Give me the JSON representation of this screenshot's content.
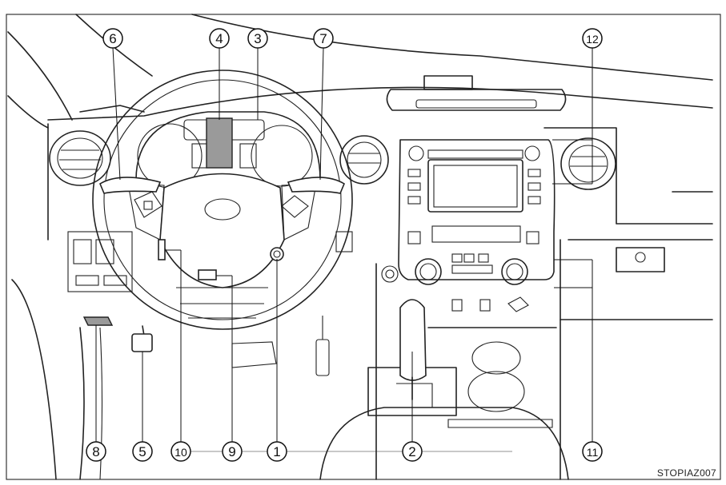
{
  "callouts": {
    "c1": "1",
    "c2": "2",
    "c3": "3",
    "c4": "4",
    "c5": "5",
    "c6": "6",
    "c7": "7",
    "c8": "8",
    "c9": "9",
    "c10": "10",
    "c11": "11",
    "c12": "12"
  },
  "figure_code": "STOPIAZ007",
  "colors": {
    "line": "#222222",
    "highlight": "#9a9a9a",
    "background": "#ffffff"
  }
}
